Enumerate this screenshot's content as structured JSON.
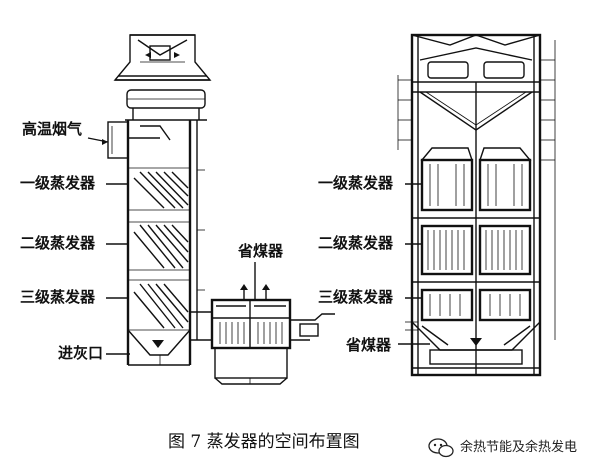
{
  "labels": {
    "high_temp_flue_gas": "高温烟气",
    "evap_stage1_left": "一级蒸发器",
    "evap_stage2_left": "二级蒸发器",
    "evap_stage3_left": "三级蒸发器",
    "ash_inlet": "进灰口",
    "economizer_top": "省煤器",
    "evap_stage1_right": "一级蒸发器",
    "evap_stage2_right": "二级蒸发器",
    "evap_stage3_right": "三级蒸发器",
    "economizer_right": "省煤器"
  },
  "caption": "图 7    蒸发器的空间布置图",
  "watermark": "余热节能及余热发电",
  "colors": {
    "line": "#111111",
    "background": "#ffffff"
  },
  "icons": {
    "watermark_logo": "wechat-bubble-icon"
  }
}
